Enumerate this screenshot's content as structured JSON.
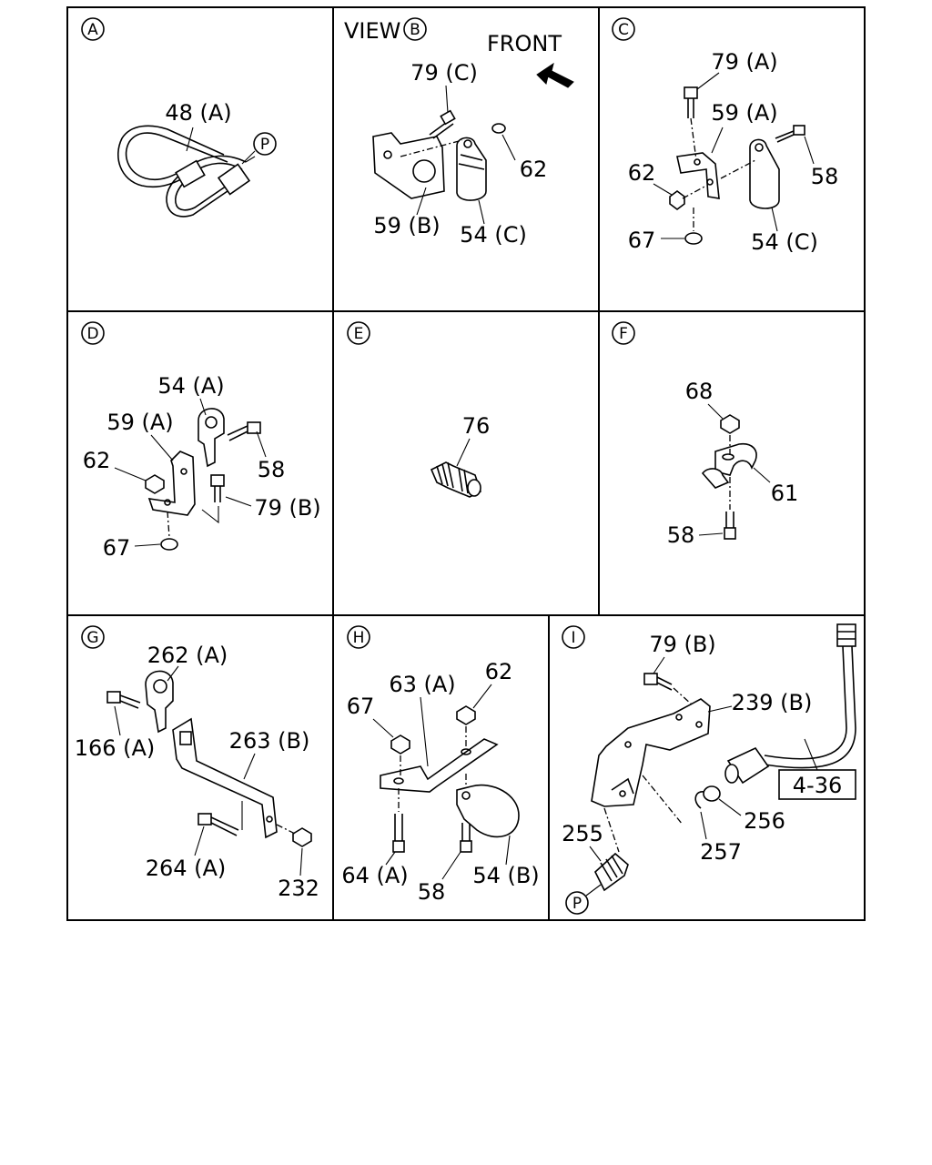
{
  "panels": [
    {
      "id": "A",
      "labels": [
        "48 (A)"
      ],
      "callouts": [
        "P"
      ]
    },
    {
      "id": "B",
      "prefix": "VIEW",
      "front_label": "FRONT",
      "labels": [
        "79 (C)",
        "62",
        "59 (B)",
        "54 (C)"
      ]
    },
    {
      "id": "C",
      "labels": [
        "79 (A)",
        "59 (A)",
        "58",
        "62",
        "67",
        "54 (C)"
      ]
    },
    {
      "id": "D",
      "labels": [
        "54 (A)",
        "59 (A)",
        "58",
        "62",
        "79 (B)",
        "67"
      ]
    },
    {
      "id": "E",
      "labels": [
        "76"
      ]
    },
    {
      "id": "F",
      "labels": [
        "68",
        "61",
        "58"
      ]
    },
    {
      "id": "G",
      "labels": [
        "262 (A)",
        "166 (A)",
        "263 (B)",
        "264 (A)",
        "232"
      ]
    },
    {
      "id": "H",
      "labels": [
        "63 (A)",
        "62",
        "67",
        "64 (A)",
        "58",
        "54 (B)"
      ]
    },
    {
      "id": "I",
      "labels": [
        "79 (B)",
        "239 (B)",
        "4-36",
        "256",
        "255",
        "257"
      ],
      "callouts": [
        "P"
      ]
    }
  ]
}
